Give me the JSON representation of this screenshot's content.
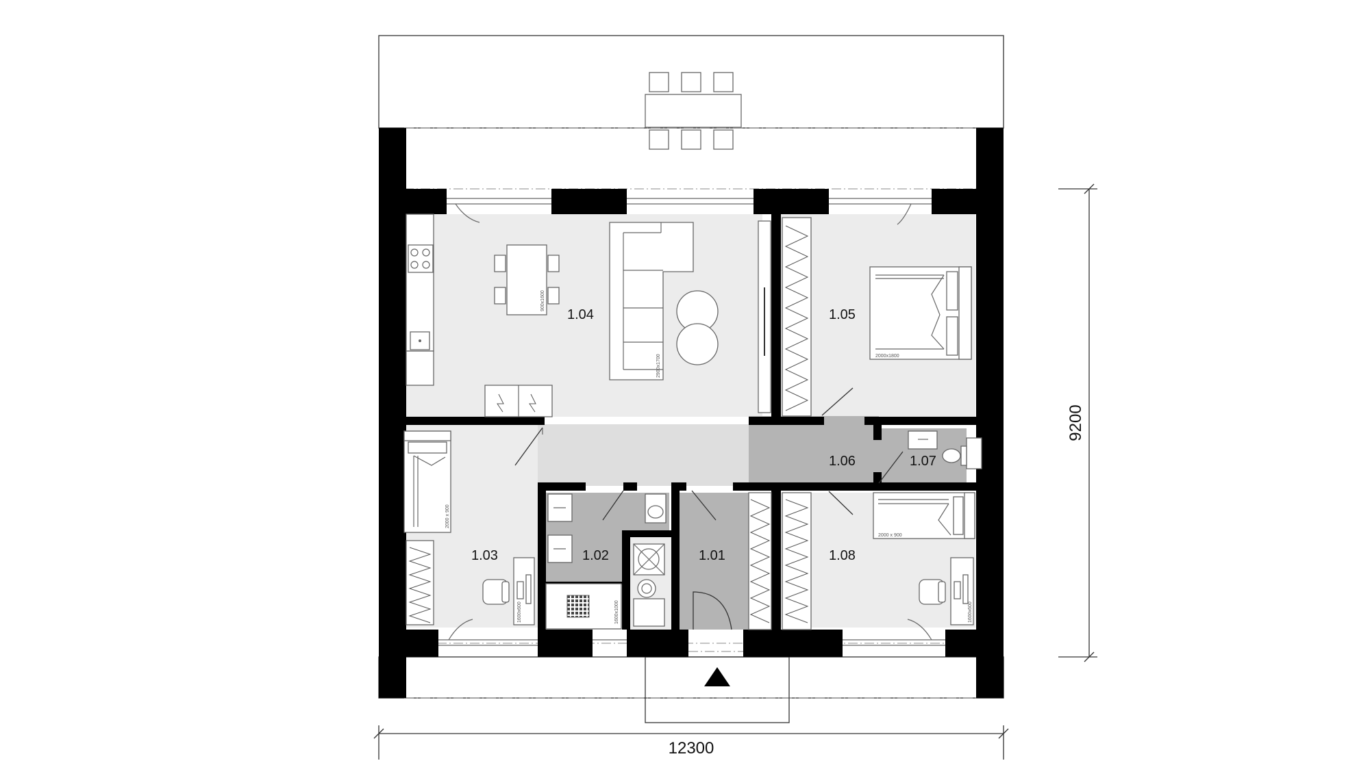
{
  "colors": {
    "wall": "#000000",
    "floor_light": "#ececec",
    "floor_corridor": "#dedede",
    "floor_wet": "#b4b4b4",
    "line": "#666666"
  },
  "rooms": [
    {
      "id": "1.01",
      "label": "1.01"
    },
    {
      "id": "1.02",
      "label": "1.02"
    },
    {
      "id": "1.03",
      "label": "1.03"
    },
    {
      "id": "1.04",
      "label": "1.04"
    },
    {
      "id": "1.05",
      "label": "1.05"
    },
    {
      "id": "1.06",
      "label": "1.06"
    },
    {
      "id": "1.07",
      "label": "1.07"
    },
    {
      "id": "1.08",
      "label": "1.08"
    }
  ],
  "dimensions": {
    "width": "12300",
    "depth": "9200"
  },
  "furniture_labels": {
    "dining_table": "900x1600",
    "sofa": "2900x1700",
    "bed_master": "2000x1800",
    "bed_room_103": "2000 x 900",
    "bed_room_108": "2000 x 900",
    "desk_room_103": "1600x600",
    "desk_room_108": "1600x600",
    "bathtub": "1600x1000"
  },
  "entrance_symbol": "triangle-up"
}
